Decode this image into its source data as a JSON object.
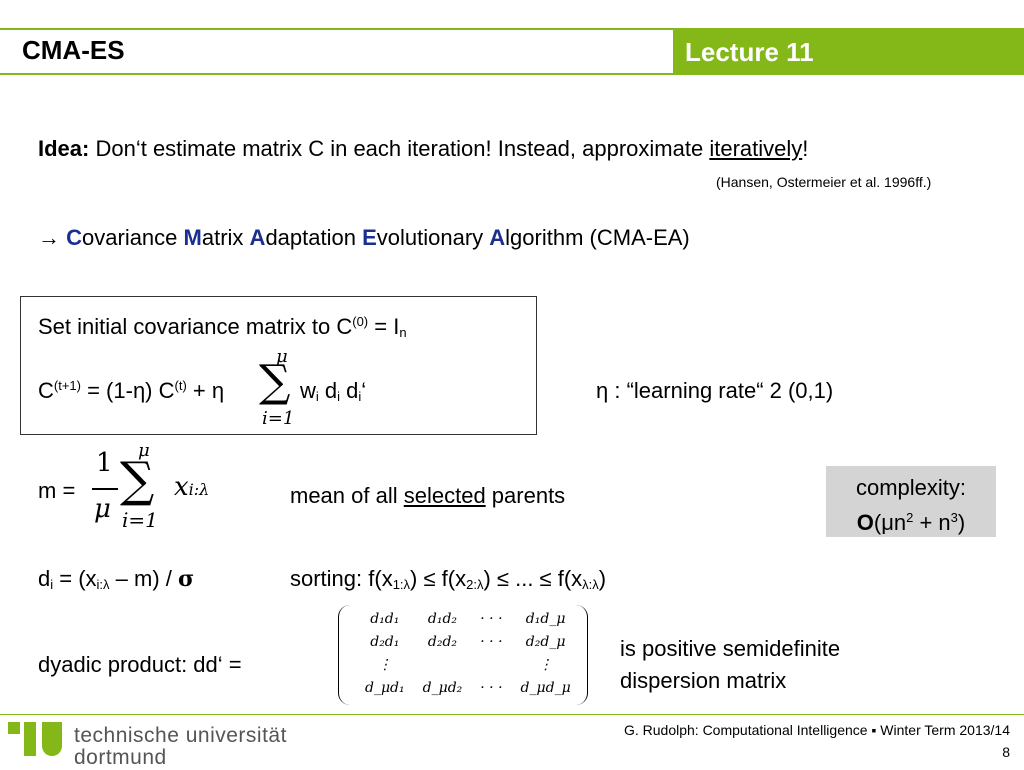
{
  "header": {
    "title": "CMA-ES",
    "lecture": "Lecture 11"
  },
  "idea": {
    "label": "Idea:",
    "text_pre": " Don‘t estimate matrix ",
    "matrix": "C",
    "text_mid": " in each iteration! Instead, approximate ",
    "underlined": "iteratively",
    "text_end": "!",
    "citation": "(Hansen, Ostermeier et al. 1996ff.)"
  },
  "cma": {
    "arrow": "→ ",
    "parts": [
      {
        "letter": "C",
        "rest": "ovariance "
      },
      {
        "letter": "M",
        "rest": "atrix "
      },
      {
        "letter": "A",
        "rest": "daptation "
      },
      {
        "letter": "E",
        "rest": "volutionary "
      },
      {
        "letter": "A",
        "rest": "lgorithm (CMA-EA)"
      }
    ]
  },
  "box": {
    "line1_pre": "Set initial covariance matrix to C",
    "line1_sup": "(0)",
    "line1_eq": " = I",
    "line1_sub": "n",
    "line2_C": "C",
    "line2_sup1": "(t+1)",
    "line2_mid": " = (1-η) C",
    "line2_sup2": "(t)",
    "line2_plus": " + η",
    "sum_top": "μ",
    "sum_bottom": "i=1",
    "line2_w": " w",
    "line2_w_sub": "i",
    "line2_d": " d",
    "line2_d_sub": "i",
    "line2_d2": " d",
    "line2_d2_sub": "i",
    "line2_end": "‘"
  },
  "eta_note": "η : “learning rate“ 2 (0,1)",
  "mean": {
    "label": "m =",
    "frac_num": "1",
    "frac_den": "μ",
    "sum_top": "μ",
    "sum_bottom": "i=1",
    "term": "x",
    "term_sub": "i:λ",
    "desc_pre": "mean of all ",
    "desc_underlined": "selected",
    "desc_post": " parents"
  },
  "complexity": {
    "line1": "complexity:",
    "O": "O",
    "line2_pre": "(μn",
    "sq": "2",
    "plus": " + n",
    "cube": "3",
    "close": ")"
  },
  "di": {
    "pre": "d",
    "sub": "i",
    "eq": " = (x",
    "xsub": "i:λ",
    "post": " – m) / ",
    "sigma": "σ"
  },
  "sorting": {
    "pre": "sorting: f(x",
    "s1": "1:λ",
    "m1": ") ≤ f(x",
    "s2": "2:λ",
    "m2": ") ≤ ... ≤ f(x",
    "s3": "λ:λ",
    "end": ")"
  },
  "dyadic": {
    "label": "dyadic product: dd‘ =",
    "matrix": [
      [
        "d₁d₁",
        "d₁d₂",
        "· · ·",
        "d₁d_μ"
      ],
      [
        "d₂d₁",
        "d₂d₂",
        "· · ·",
        "d₂d_μ"
      ],
      [
        "⋮",
        "",
        "",
        "⋮"
      ],
      [
        "d_μd₁",
        "d_μd₂",
        "· · ·",
        "d_μd_μ"
      ]
    ],
    "note1": "is positive semidefinite",
    "note2": "dispersion matrix"
  },
  "footer": {
    "credit": "G. Rudolph: Computational Intelligence ▪ Winter Term 2013/14",
    "page": "8",
    "logo_line1": "technische universität",
    "logo_line2": "dortmund",
    "logo_color": "#84b819"
  }
}
